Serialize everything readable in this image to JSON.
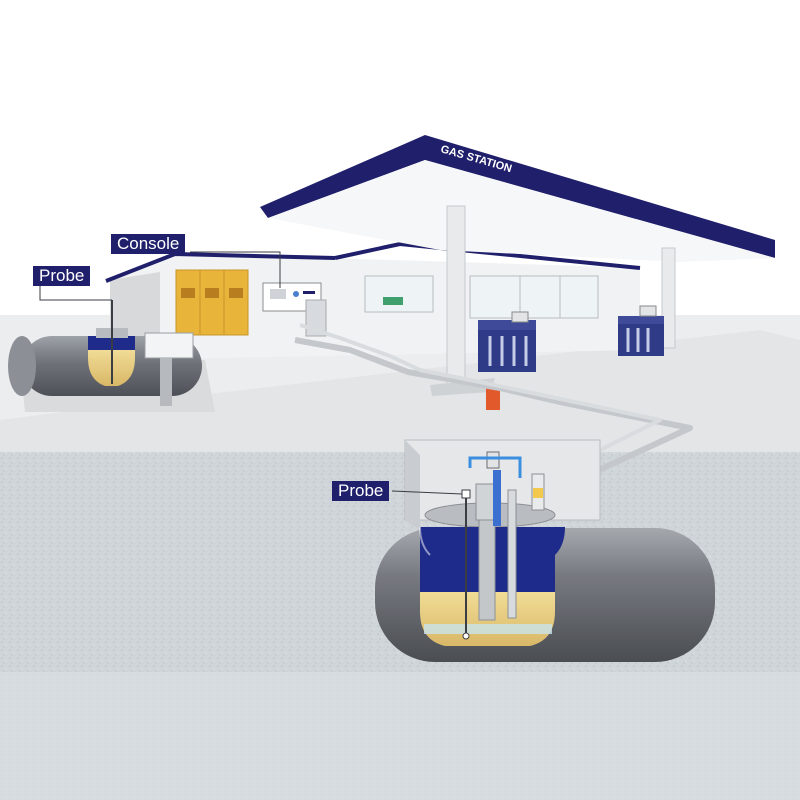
{
  "canopy": {
    "sign_text": "GAS STATION"
  },
  "labels": {
    "console": "Console",
    "probe_above_ground": "Probe",
    "probe_underground": "Probe"
  },
  "colors": {
    "canopy_trim": "#1f1f6b",
    "label_bg": "#1f1f6b",
    "fuel_fill": "#e6cc7e",
    "tank_shell": "#6f7278",
    "tank_interior_top": "#1e2b8a",
    "door_yellow": "#e8b53a",
    "ground": "#cfd5d9"
  }
}
